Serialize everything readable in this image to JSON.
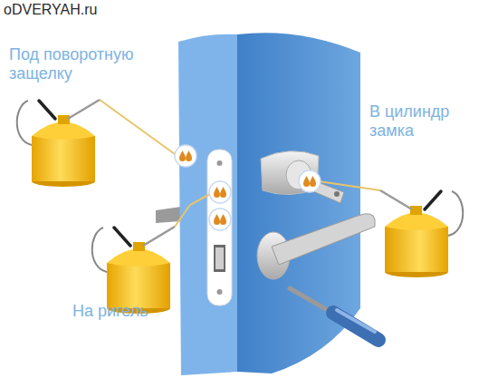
{
  "diagram": {
    "labels": [
      "oDVERYAH.ru",
      "Под поворотную защелку",
      "В цилиндр замка",
      "На ригель"
    ]
  }
}
